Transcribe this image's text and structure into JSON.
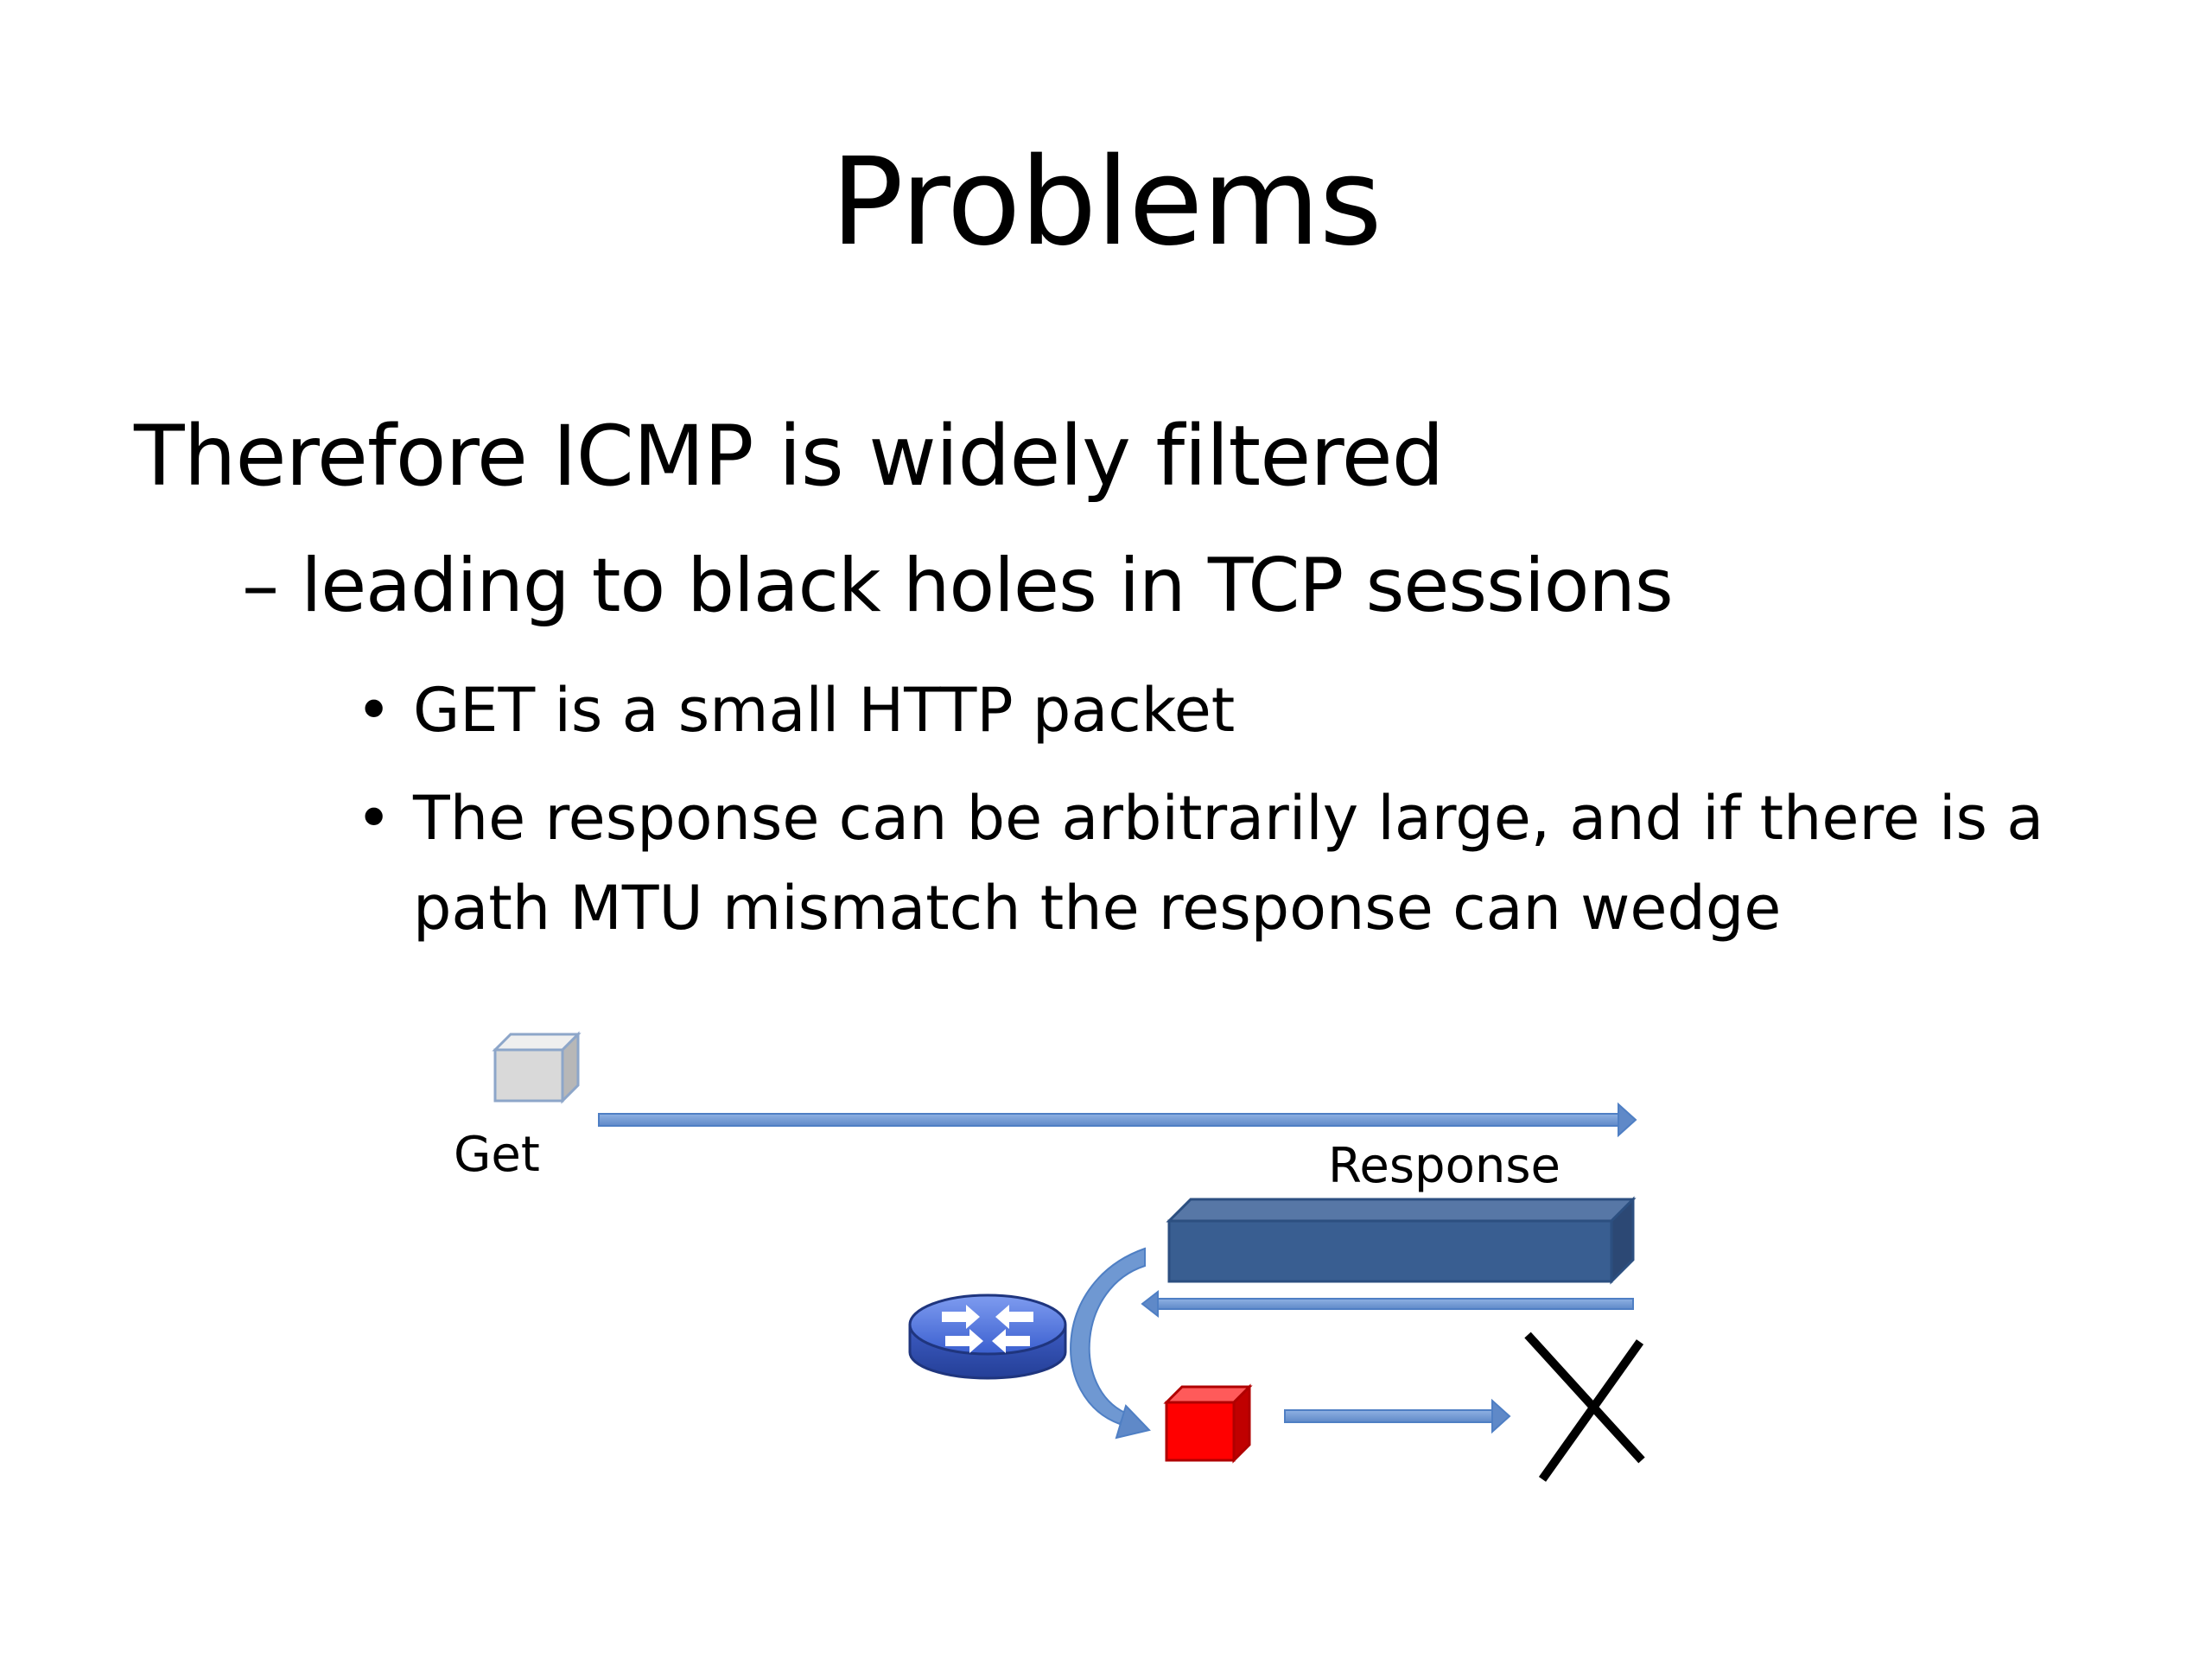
{
  "slide": {
    "title": "Problems",
    "bullet_1": "Therefore ICMP is widely filtered",
    "bullet_2_marker": "–",
    "bullet_2": "leading to black holes in TCP sessions",
    "bullet_3_marker": "•",
    "bullets_3": [
      "GET is a small HTTP packet",
      "The response can be arbitrarily large, and if there is a path MTU mismatch the response can wedge"
    ]
  },
  "diagram": {
    "get_label": "Get",
    "response_label": "Response",
    "colors": {
      "arrow": "#6f98d2",
      "arrow_stroke": "#4f7fc4",
      "small_packet": "#d9d9d9",
      "large_packet": "#395e91",
      "icmp_packet": "#ff0000",
      "router": "#4a6fd8",
      "blocked_mark": "#000000"
    },
    "icons": [
      "small-packet-icon",
      "large-packet-icon",
      "router-icon",
      "icmp-packet-icon",
      "blocked-x-icon"
    ]
  }
}
